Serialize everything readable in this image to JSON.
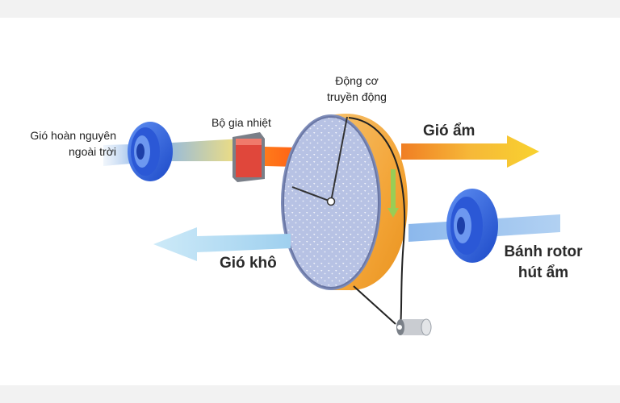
{
  "labels": {
    "outside_air": [
      "Gió hoàn nguyên",
      "ngoài trời"
    ],
    "heater": "Bộ gia nhiệt",
    "motor": [
      "Động cơ",
      "truyền động"
    ],
    "humid_air": "Gió ẩm",
    "dry_air": "Gió khô",
    "rotor": [
      "Bánh rotor",
      "hút ẩm"
    ]
  },
  "colors": {
    "fan_blue": "#2f63e0",
    "inlet_stream": "#8fb6e8",
    "heater_red": "#e0473b",
    "hot_stream": "#ff5a10",
    "humid_arrow": "#f4a916",
    "dry_arrow": "#a9d6f2",
    "rotor_face": "#b9c5e6",
    "rotor_rim": "#f2a436"
  },
  "icons": [
    "blower-fan-icon",
    "heater-block-icon",
    "rotor-wheel-icon",
    "drive-motor-icon",
    "direction-arrow-icon"
  ]
}
